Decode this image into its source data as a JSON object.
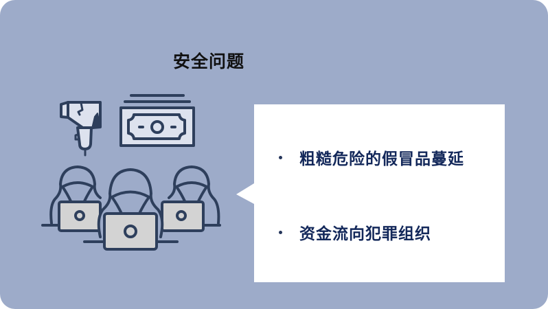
{
  "slide": {
    "title": "安全问题",
    "background_color": "#9dabc9",
    "callout": {
      "background_color": "#ffffff",
      "text_color": "#13285a",
      "bullets": [
        {
          "label": "粗糙危险的假冒品蔓延"
        },
        {
          "label": "资金流向犯罪组织"
        }
      ]
    },
    "icons": [
      {
        "name": "broken-hair-dryer-icon"
      },
      {
        "name": "cash-stack-icon"
      },
      {
        "name": "hooded-hackers-with-laptops-icon"
      }
    ],
    "icon_stroke_color": "#2e3f5c"
  }
}
